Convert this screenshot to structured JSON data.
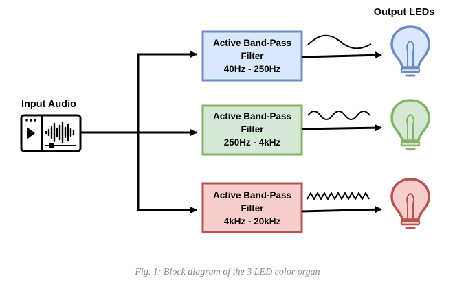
{
  "diagram": {
    "input_label": "Input Audio",
    "output_label": "Output LEDs",
    "caption": "Fig. 1: Block diagram of the 3 LED color organ",
    "filters": [
      {
        "line1": "Active Band-Pass",
        "line2": "Filter",
        "range": "40Hz - 250Hz",
        "fill": "#dae8fc",
        "stroke": "#6c8ebf",
        "led_fill": "#dae8fc",
        "led_stroke": "#6c8ebf",
        "wave": "low"
      },
      {
        "line1": "Active Band-Pass",
        "line2": "Filter",
        "range": "250Hz - 4kHz",
        "fill": "#d5e8d4",
        "stroke": "#82b366",
        "led_fill": "#d5e8d4",
        "led_stroke": "#82b366",
        "wave": "mid"
      },
      {
        "line1": "Active Band-Pass",
        "line2": "Filter",
        "range": "4kHz - 20kHz",
        "fill": "#f8cecc",
        "stroke": "#b85450",
        "led_fill": "#f8cecc",
        "led_stroke": "#b85450",
        "wave": "high"
      }
    ]
  }
}
